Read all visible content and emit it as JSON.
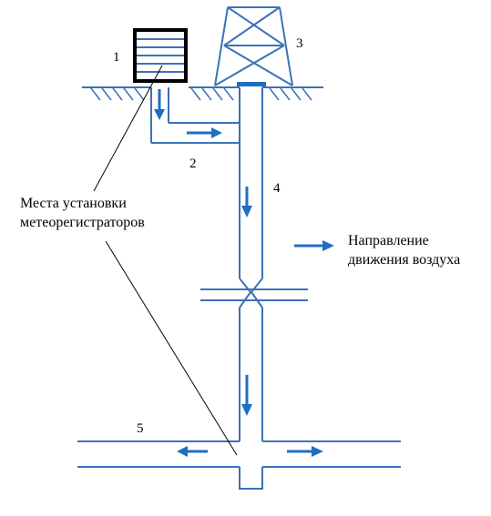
{
  "labels": {
    "n1": "1",
    "n2": "2",
    "n3": "3",
    "n4": "4",
    "n5": "5",
    "sensor_places_line1": "Места установки",
    "sensor_places_line2": "метеорегистраторов",
    "airflow_line1": "Направление",
    "airflow_line2": "движения воздуха"
  },
  "colors": {
    "pipe": "#3a72b8",
    "arrow": "#1f6fc0",
    "building_border": "#000000",
    "text": "#000000"
  }
}
